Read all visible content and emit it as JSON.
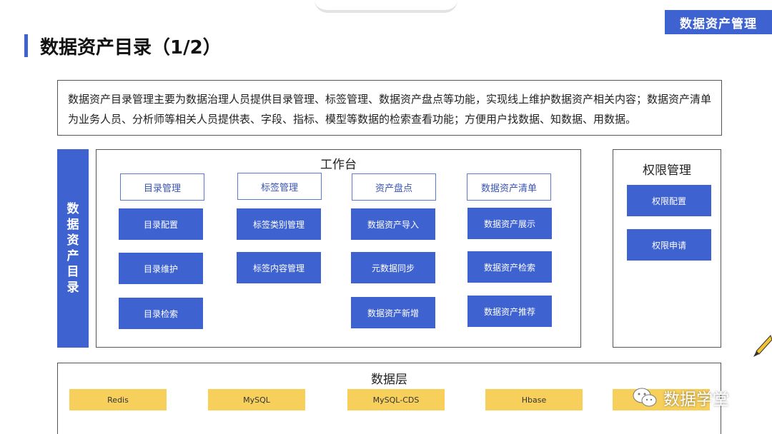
{
  "badge": "数据资产管理",
  "title": "数据资产目录（1/2）",
  "description": "数据资产目录管理主要为数据治理人员提供目录管理、标签管理、数据资产盘点等功能，实现线上维护数据资产相关内容；数据资产清单为业务人员、分析师等相关人员提供表、字段、指标、模型等数据的检索查看功能；方便用户找数据、知数据、用数据。",
  "side_label": "数据资产目录",
  "workbench": {
    "title": "工作台",
    "columns": [
      {
        "header": "目录管理",
        "items": [
          "目录配置",
          "目录维护",
          "目录检索"
        ]
      },
      {
        "header": "标签管理",
        "items": [
          "标签类别管理",
          "标签内容管理"
        ]
      },
      {
        "header": "资产盘点",
        "items": [
          "数据资产导入",
          "元数据同步",
          "数据资产新增"
        ]
      },
      {
        "header": "数据资产清单",
        "items": [
          "数据资产展示",
          "数据资产检索",
          "数据资产推荐"
        ]
      }
    ]
  },
  "permission": {
    "title": "权限管理",
    "items": [
      "权限配置",
      "权限申请"
    ]
  },
  "data_layer": {
    "title": "数据层",
    "items": [
      "Redis",
      "MySQL",
      "MySQL-CDS",
      "Hbase",
      ""
    ]
  },
  "watermark": "数据学堂",
  "colors": {
    "accent": "#3f62d1",
    "yellow": "#f7cf5b"
  }
}
